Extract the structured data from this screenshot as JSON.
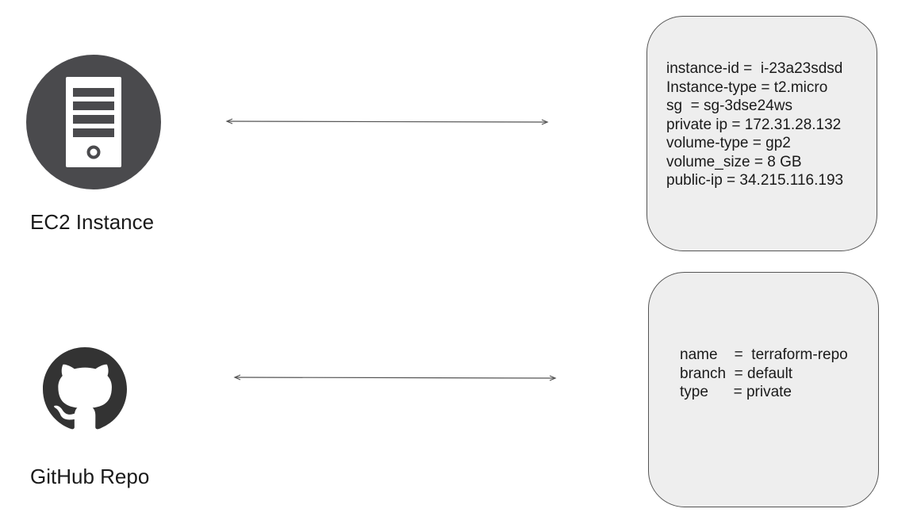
{
  "ec2": {
    "label": "EC2 Instance",
    "icon": "server-icon",
    "details": [
      "instance-id =  i-23a23sdsd",
      "Instance-type = t2.micro",
      "sg  = sg-3dse24ws",
      "private ip = 172.31.28.132",
      "volume-type = gp2",
      "volume_size = 8 GB",
      "public-ip = 34.215.116.193"
    ]
  },
  "github": {
    "label": "GitHub Repo",
    "icon": "github-icon",
    "details": [
      "name    =  terraform-repo",
      "branch  = default",
      "type      = private"
    ]
  },
  "colors": {
    "icon_fill": "#4a4a4d",
    "box_fill": "#eeeeee",
    "box_border": "#555555",
    "arrow": "#555555"
  }
}
